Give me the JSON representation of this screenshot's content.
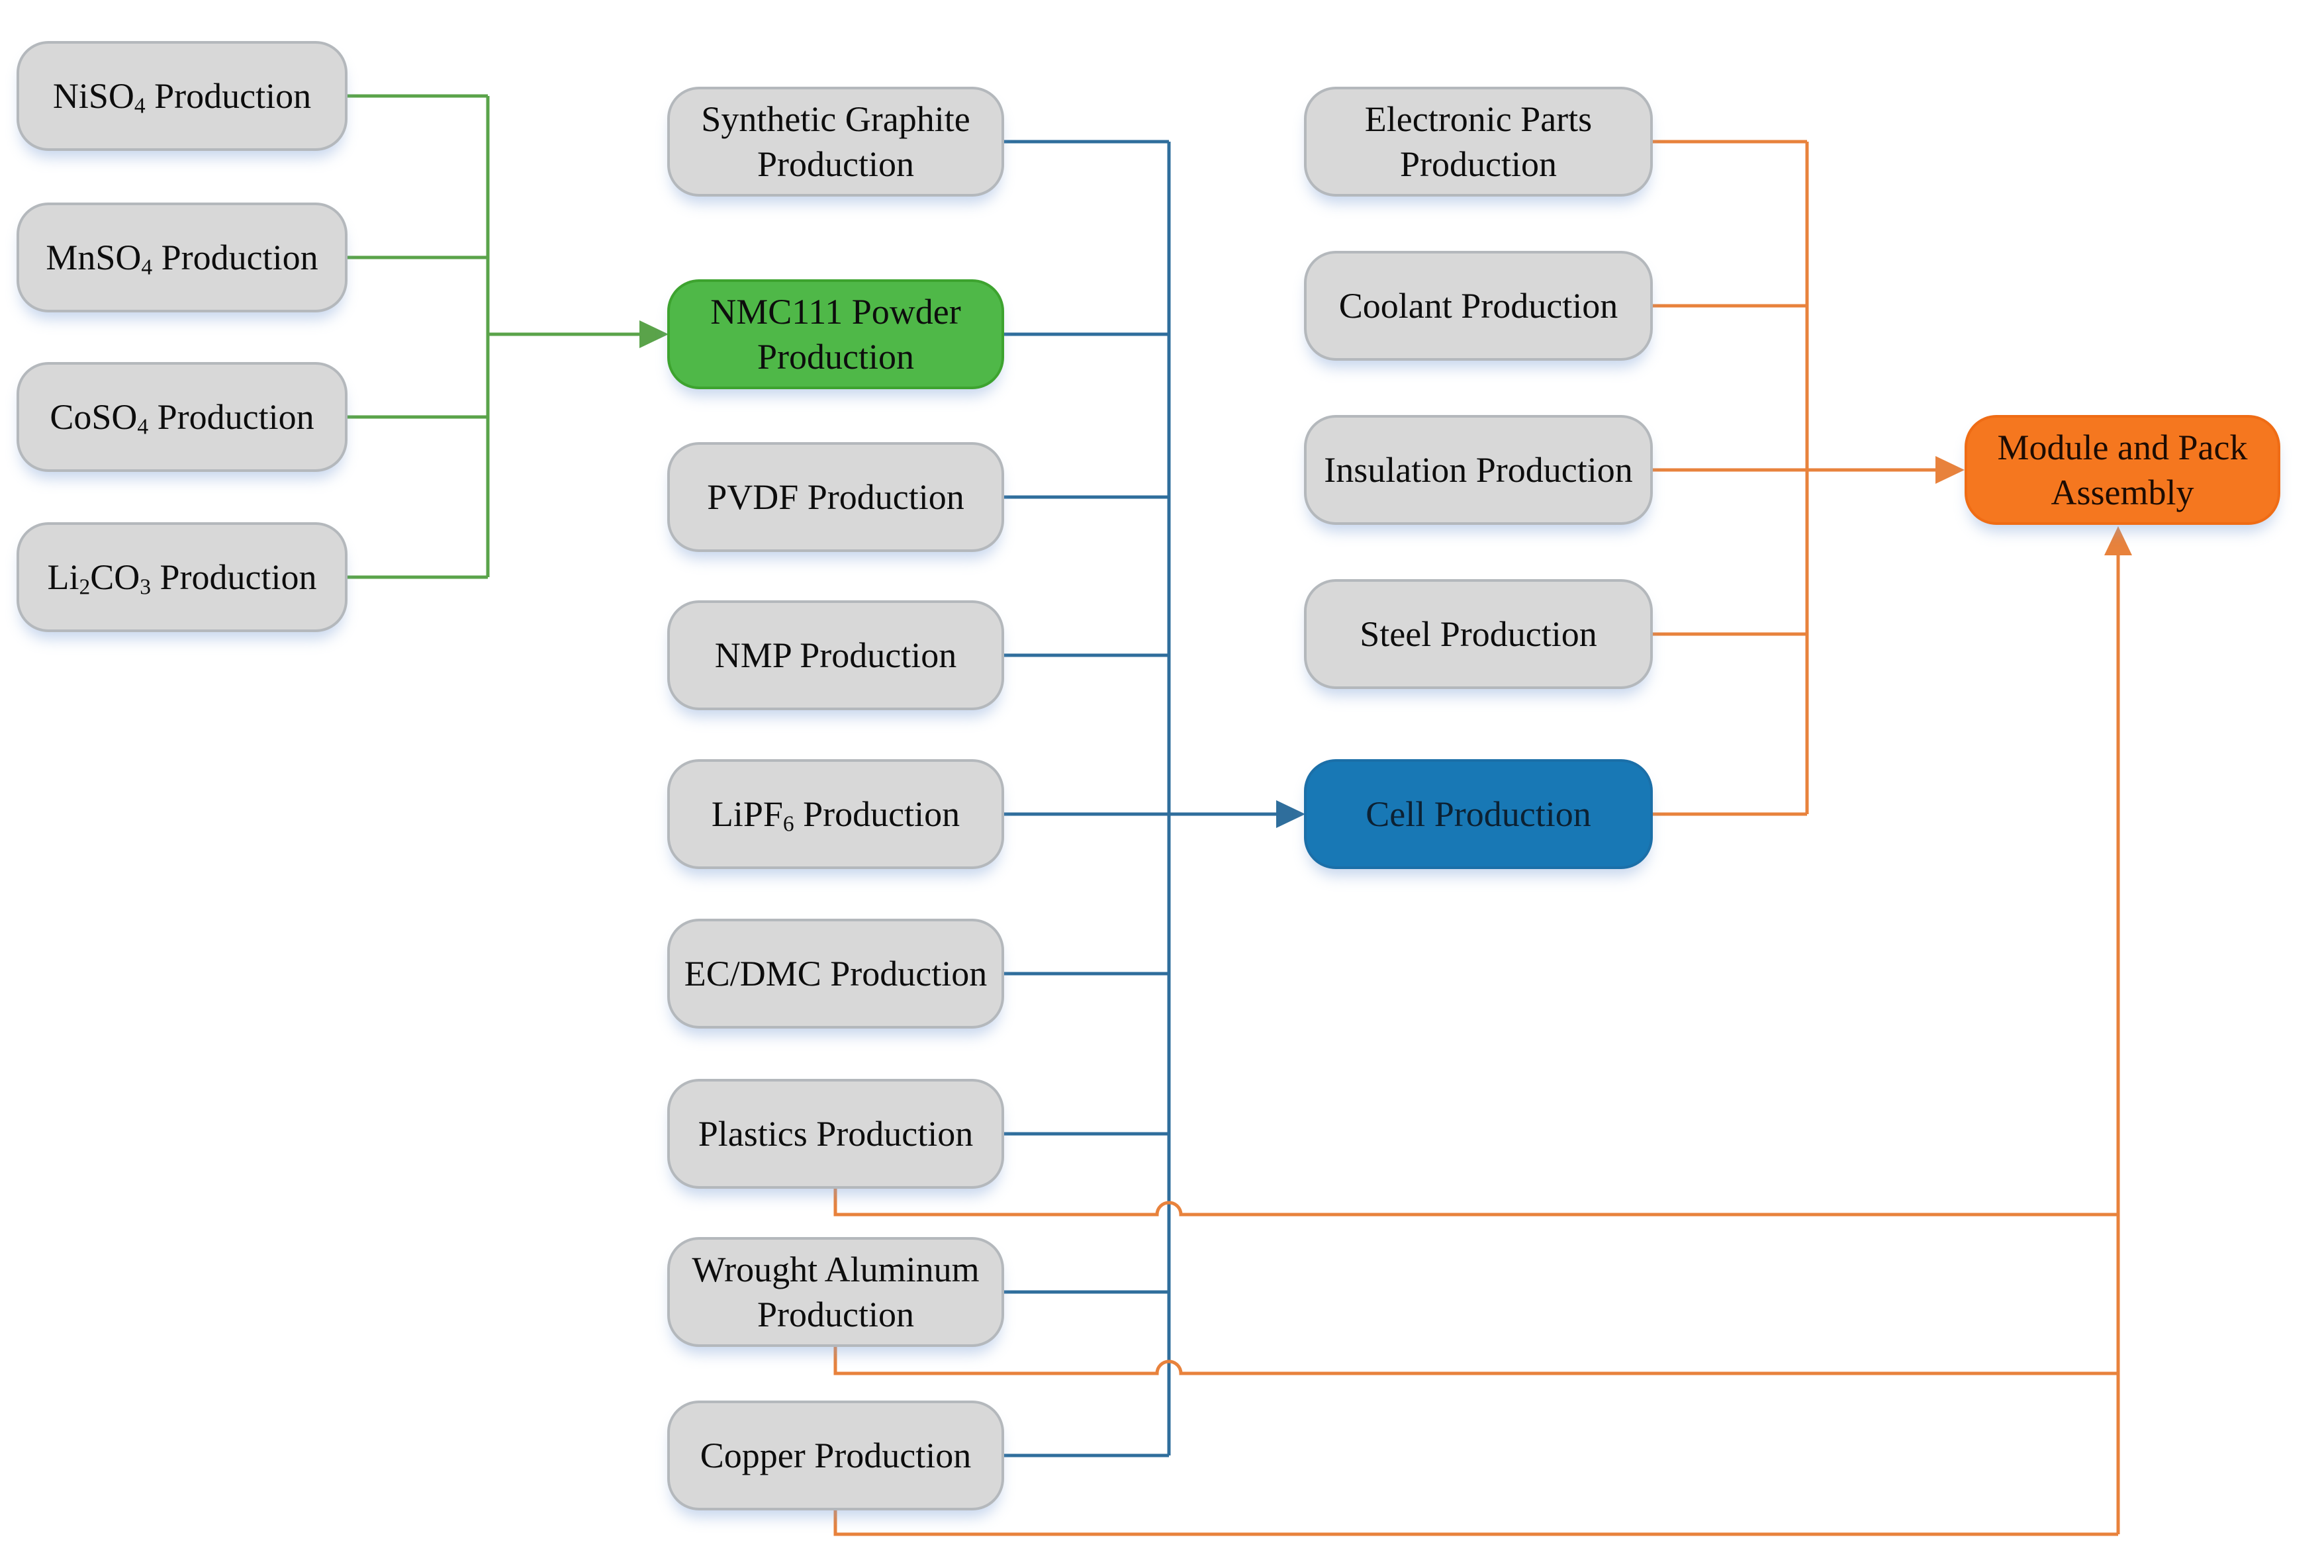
{
  "colors": {
    "line-green": "#5aa34a",
    "line-blue": "#2f6e9c",
    "line-orange": "#e8823c",
    "node-gray": "#d8d8d8",
    "node-gray-border": "#b4b8bc",
    "node-green": "#4fb848",
    "node-green-border": "#3da32f",
    "node-blue": "#1878b5",
    "node-blue-border": "#1b6fa8",
    "node-orange": "#f5771f",
    "node-orange-border": "#ef6c15"
  },
  "nodes": {
    "niso4": {
      "label": "NiSO~4~ Production"
    },
    "mnso4": {
      "label": "MnSO~4~ Production"
    },
    "coso4": {
      "label": "CoSO~4~ Production"
    },
    "li2co3": {
      "label": "Li~2~CO~3~ Production"
    },
    "graphite": {
      "label": "Synthetic Graphite Production"
    },
    "nmc111": {
      "label": "NMC111 Powder Production"
    },
    "pvdf": {
      "label": "PVDF Production"
    },
    "nmp": {
      "label": "NMP Production"
    },
    "lipf6": {
      "label": "LiPF~6~ Production"
    },
    "ecdmc": {
      "label": "EC/DMC Production"
    },
    "plastics": {
      "label": "Plastics Production"
    },
    "wrought_aluminum": {
      "label": "Wrought Aluminum Production"
    },
    "copper": {
      "label": "Copper Production"
    },
    "electronic_parts": {
      "label": "Electronic Parts Production"
    },
    "coolant": {
      "label": "Coolant Production"
    },
    "insulation": {
      "label": "Insulation Production"
    },
    "steel": {
      "label": "Steel Production"
    },
    "cell": {
      "label": "Cell Production"
    },
    "module_pack": {
      "label": "Module and Pack Assembly"
    }
  },
  "edges": [
    {
      "from": "NiSO4 Production",
      "to": "NMC111 Powder Production",
      "color": "green"
    },
    {
      "from": "MnSO4 Production",
      "to": "NMC111 Powder Production",
      "color": "green"
    },
    {
      "from": "CoSO4 Production",
      "to": "NMC111 Powder Production",
      "color": "green"
    },
    {
      "from": "Li2CO3 Production",
      "to": "NMC111 Powder Production",
      "color": "green"
    },
    {
      "from": "Synthetic Graphite Production",
      "to": "Cell Production",
      "color": "blue"
    },
    {
      "from": "NMC111 Powder Production",
      "to": "Cell Production",
      "color": "blue"
    },
    {
      "from": "PVDF Production",
      "to": "Cell Production",
      "color": "blue"
    },
    {
      "from": "NMP Production",
      "to": "Cell Production",
      "color": "blue"
    },
    {
      "from": "LiPF6 Production",
      "to": "Cell Production",
      "color": "blue"
    },
    {
      "from": "EC/DMC Production",
      "to": "Cell Production",
      "color": "blue"
    },
    {
      "from": "Plastics Production",
      "to": "Cell Production",
      "color": "blue"
    },
    {
      "from": "Wrought Aluminum Production",
      "to": "Cell Production",
      "color": "blue"
    },
    {
      "from": "Copper Production",
      "to": "Cell Production",
      "color": "blue"
    },
    {
      "from": "Electronic Parts Production",
      "to": "Module and Pack Assembly",
      "color": "orange"
    },
    {
      "from": "Coolant Production",
      "to": "Module and Pack Assembly",
      "color": "orange"
    },
    {
      "from": "Insulation Production",
      "to": "Module and Pack Assembly",
      "color": "orange"
    },
    {
      "from": "Steel Production",
      "to": "Module and Pack Assembly",
      "color": "orange"
    },
    {
      "from": "Cell Production",
      "to": "Module and Pack Assembly",
      "color": "orange"
    },
    {
      "from": "Plastics Production",
      "to": "Module and Pack Assembly",
      "color": "orange"
    },
    {
      "from": "Wrought Aluminum Production",
      "to": "Module and Pack Assembly",
      "color": "orange"
    },
    {
      "from": "Copper Production",
      "to": "Module and Pack Assembly",
      "color": "orange"
    }
  ]
}
